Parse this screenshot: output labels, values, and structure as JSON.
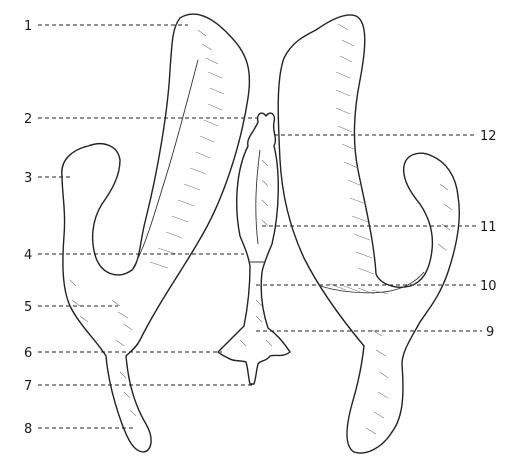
{
  "figure": {
    "labels": {
      "l1": "1",
      "l2": "2",
      "l3": "3",
      "l4": "4",
      "l5": "5",
      "l6": "6",
      "l7": "7",
      "l8": "8",
      "l9": "9",
      "l10": "10",
      "l11": "11",
      "l12": "12"
    }
  }
}
